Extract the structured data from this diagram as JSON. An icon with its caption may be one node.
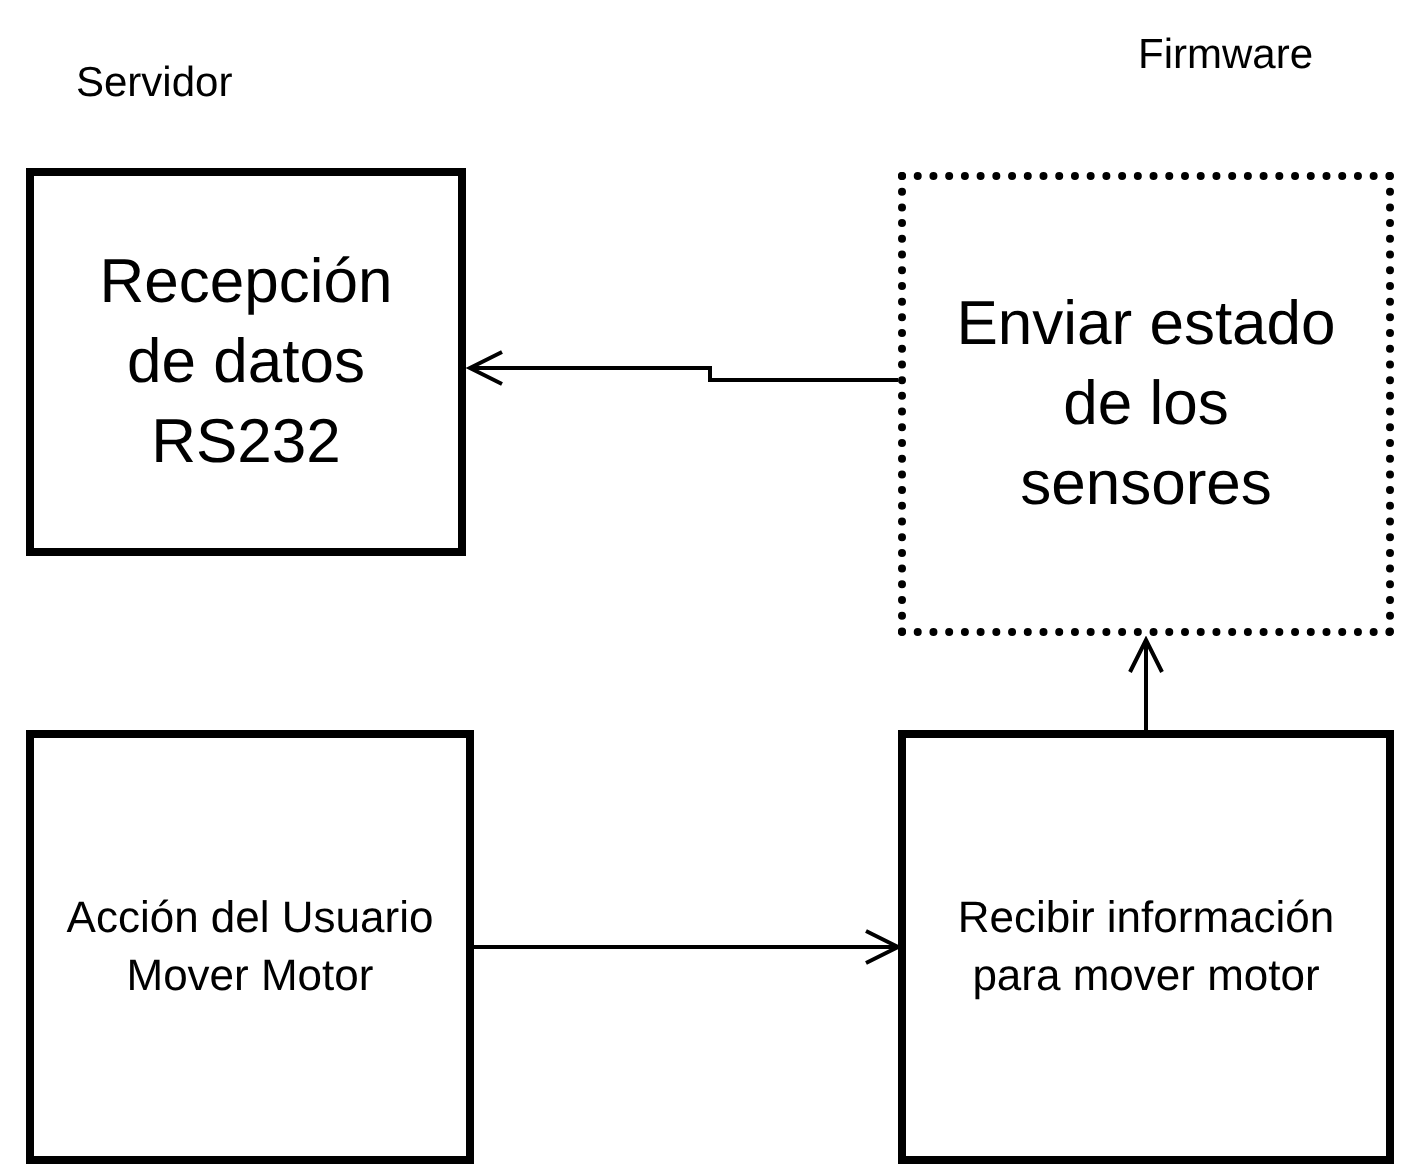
{
  "diagram": {
    "nodes": [
      {
        "text": [
          "Recepción de datos RS232"
        ]
      },
      {
        "text": [
          "Enviar estado de los sensores"
        ]
      },
      {
        "text": [
          "Acción del Usuario Mover Motor"
        ]
      },
      {
        "text": [
          "Recibir información para mover motor"
        ]
      }
    ],
    "edges": [
      {
        "from": 1,
        "to": 0,
        "arrow": "to"
      },
      {
        "from": 2,
        "to": 3,
        "arrow": "to"
      },
      {
        "from": 3,
        "to": 1,
        "arrow": "to"
      }
    ],
    "labels": [
      "Servidor",
      "Firmware"
    ]
  }
}
